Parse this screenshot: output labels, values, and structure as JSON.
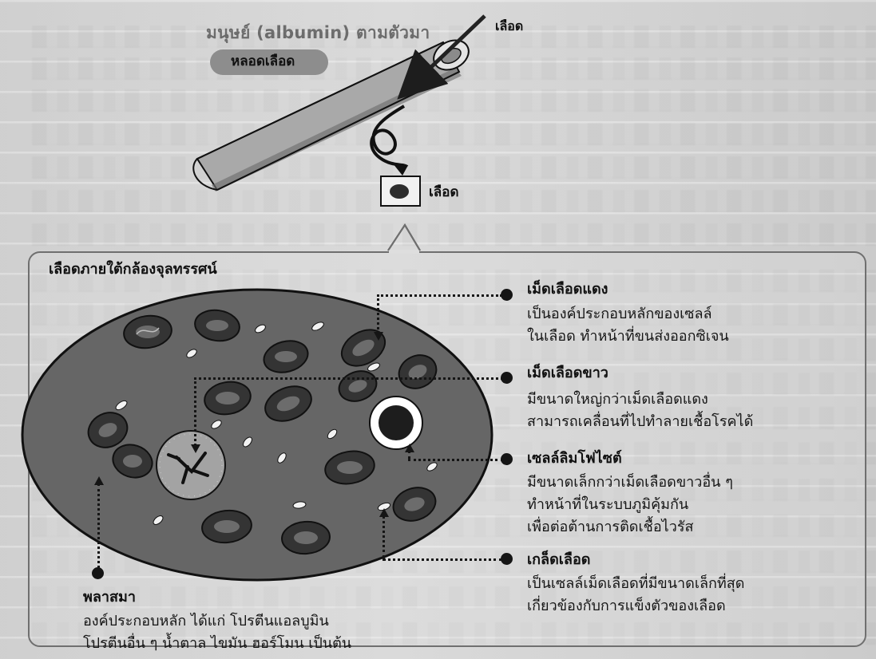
{
  "diagram": {
    "background_heading_fragment": "มนุษย์ (albumin) ตามตัวมา",
    "top": {
      "blood_arrow_label": "เลือด",
      "vessel_label": "หลอดเลือด",
      "sample_label": "เลือด"
    },
    "panel": {
      "title": "เลือดภายใต้กล้องจุลทรรศน์",
      "items": [
        {
          "title": "เม็ดเลือดแดง",
          "lines": [
            "เป็นองค์ประกอบหลักของเซลล์",
            "ในเลือด ทำหน้าที่ขนส่งออกซิเจน"
          ]
        },
        {
          "title": "เม็ดเลือดขาว",
          "lines": [
            "มีขนาดใหญ่กว่าเม็ดเลือดแดง",
            "สามารถเคลื่อนที่ไปทำลายเชื้อโรคได้"
          ]
        },
        {
          "title": "เซลล์ลิมโฟไซต์",
          "lines": [
            "มีขนาดเล็กกว่าเม็ดเลือดขาวอื่น ๆ",
            "ทำหน้าที่ในระบบภูมิคุ้มกัน",
            "เพื่อต่อต้านการติดเชื้อไวรัส"
          ]
        },
        {
          "title": "เกล็ดเลือด",
          "lines": [
            "เป็นเซลล์เม็ดเลือดที่มีขนาดเล็กที่สุด",
            "เกี่ยวข้องกับการแข็งตัวของเลือด"
          ]
        }
      ],
      "plasma": {
        "title": "พลาสมา",
        "lines": [
          "องค์ประกอบหลัก ได้แก่ โปรตีนแอลบูมิน",
          "โปรตีนอื่น ๆ น้ำตาล ไขมัน ฮอร์โมน เป็นต้น"
        ]
      }
    },
    "colors": {
      "plasma": "#666666",
      "red_blood_cell": "#343434",
      "red_blood_cell_center": "#747474",
      "platelet": "#f2f2f2",
      "white_blood_cell": "#a3a3a3",
      "lymphocyte_ring": "#ffffff",
      "line": "#151515"
    },
    "icons": [
      "blood-sample-icon",
      "red-blood-cell-icon",
      "white-blood-cell-icon",
      "lymphocyte-icon",
      "platelet-icon"
    ]
  }
}
